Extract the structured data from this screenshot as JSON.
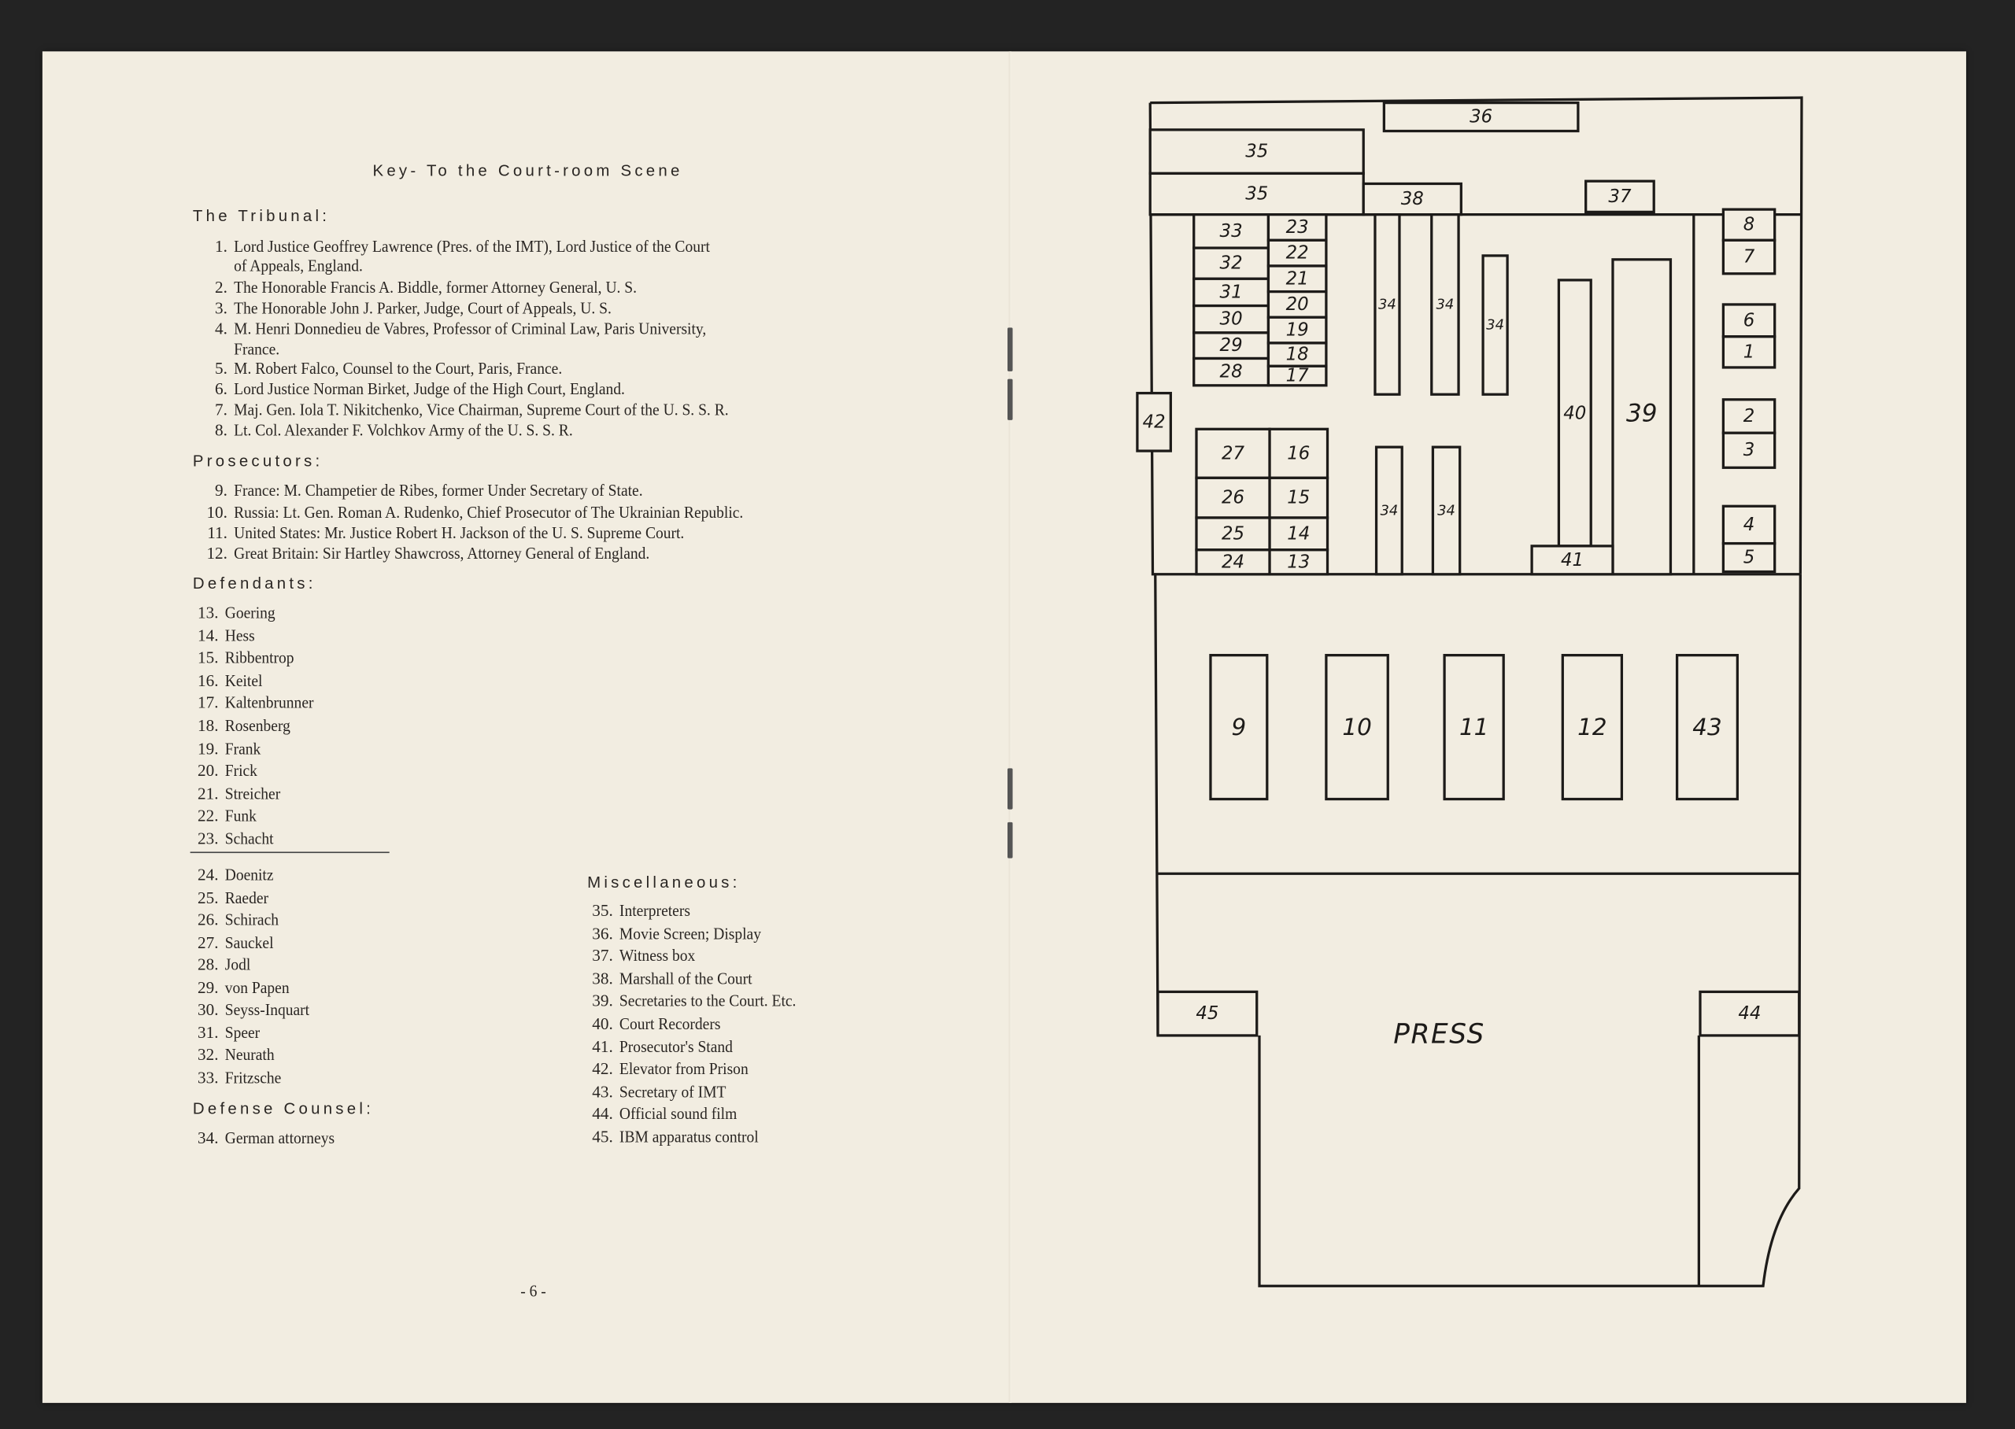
{
  "title": "Key- To the Court-room Scene",
  "page_number": "- 6 -",
  "sections": {
    "tribunal": {
      "heading": "The Tribunal:",
      "items": [
        {
          "n": "1.",
          "lines": [
            "Lord Justice Geoffrey Lawrence (Pres. of the IMT), Lord Justice of the Court",
            "of Appeals, England."
          ]
        },
        {
          "n": "2.",
          "lines": [
            "The Honorable Francis A. Biddle, former Attorney General, U. S."
          ]
        },
        {
          "n": "3.",
          "lines": [
            "The Honorable John J. Parker, Judge, Court of Appeals, U. S."
          ]
        },
        {
          "n": "4.",
          "lines": [
            "M. Henri Donnedieu de Vabres, Professor of Criminal Law, Paris University,",
            "France."
          ]
        },
        {
          "n": "5.",
          "lines": [
            "M. Robert Falco, Counsel to the Court, Paris, France."
          ]
        },
        {
          "n": "6.",
          "lines": [
            "Lord Justice Norman Birket, Judge of the High Court, England."
          ]
        },
        {
          "n": "7.",
          "lines": [
            "Maj. Gen. Iola T. Nikitchenko, Vice Chairman, Supreme Court of the U. S. S. R."
          ]
        },
        {
          "n": "8.",
          "lines": [
            "Lt. Col. Alexander F. Volchkov Army of the U. S. S. R."
          ]
        }
      ]
    },
    "prosecutors": {
      "heading": "Prosecutors:",
      "items": [
        {
          "n": "9.",
          "t": "France: M. Champetier de Ribes, former Under Secretary of State."
        },
        {
          "n": "10.",
          "t": "Russia: Lt. Gen. Roman A. Rudenko, Chief Prosecutor of The Ukrainian Republic."
        },
        {
          "n": "11.",
          "t": "United States: Mr. Justice Robert H. Jackson of the U. S. Supreme Court."
        },
        {
          "n": "12.",
          "t": "Great Britain: Sir Hartley Shawcross, Attorney General of England."
        }
      ]
    },
    "defendants": {
      "heading": "Defendants:",
      "items": [
        {
          "n": "13.",
          "t": "Goering"
        },
        {
          "n": "14.",
          "t": "Hess"
        },
        {
          "n": "15.",
          "t": "Ribbentrop"
        },
        {
          "n": "16.",
          "t": "Keitel"
        },
        {
          "n": "17.",
          "t": "Kaltenbrunner"
        },
        {
          "n": "18.",
          "t": "Rosenberg"
        },
        {
          "n": "19.",
          "t": "Frank"
        },
        {
          "n": "20.",
          "t": "Frick"
        },
        {
          "n": "21.",
          "t": "Streicher"
        },
        {
          "n": "22.",
          "t": "Funk"
        },
        {
          "n": "23.",
          "t": "Schacht"
        },
        {
          "n": "24.",
          "t": "Doenitz"
        },
        {
          "n": "25.",
          "t": "Raeder"
        },
        {
          "n": "26.",
          "t": "Schirach"
        },
        {
          "n": "27.",
          "t": "Sauckel"
        },
        {
          "n": "28.",
          "t": "Jodl"
        },
        {
          "n": "29.",
          "t": "von Papen"
        },
        {
          "n": "30.",
          "t": "Seyss-Inquart"
        },
        {
          "n": "31.",
          "t": "Speer"
        },
        {
          "n": "32.",
          "t": "Neurath"
        },
        {
          "n": "33.",
          "t": "Fritzsche"
        }
      ]
    },
    "defense": {
      "heading": "Defense Counsel:",
      "items": [
        {
          "n": "34.",
          "t": "German attorneys"
        }
      ]
    },
    "misc": {
      "heading": "Miscellaneous:",
      "items": [
        {
          "n": "35.",
          "t": "Interpreters"
        },
        {
          "n": "36.",
          "t": "Movie Screen; Display"
        },
        {
          "n": "37.",
          "t": "Witness box"
        },
        {
          "n": "38.",
          "t": "Marshall of the Court"
        },
        {
          "n": "39.",
          "t": "Secretaries to the Court. Etc."
        },
        {
          "n": "40.",
          "t": "Court Recorders"
        },
        {
          "n": "41.",
          "t": "Prosecutor's Stand"
        },
        {
          "n": "42.",
          "t": "Elevator from Prison"
        },
        {
          "n": "43.",
          "t": "Secretary of IMT"
        },
        {
          "n": "44.",
          "t": "Official sound film"
        },
        {
          "n": "45.",
          "t": "IBM apparatus control"
        }
      ]
    }
  },
  "diagram": {
    "press_label": "PRESS",
    "boxes": [
      "36",
      "35",
      "35",
      "38",
      "37",
      "33",
      "32",
      "31",
      "30",
      "29",
      "28",
      "23",
      "22",
      "21",
      "20",
      "19",
      "18",
      "17",
      "27",
      "26",
      "25",
      "24",
      "16",
      "15",
      "14",
      "13",
      "34",
      "34",
      "34",
      "34",
      "34",
      "42",
      "40",
      "39",
      "41",
      "8",
      "7",
      "6",
      "1",
      "2",
      "3",
      "4",
      "5",
      "9",
      "10",
      "11",
      "12",
      "43",
      "45",
      "44"
    ]
  }
}
